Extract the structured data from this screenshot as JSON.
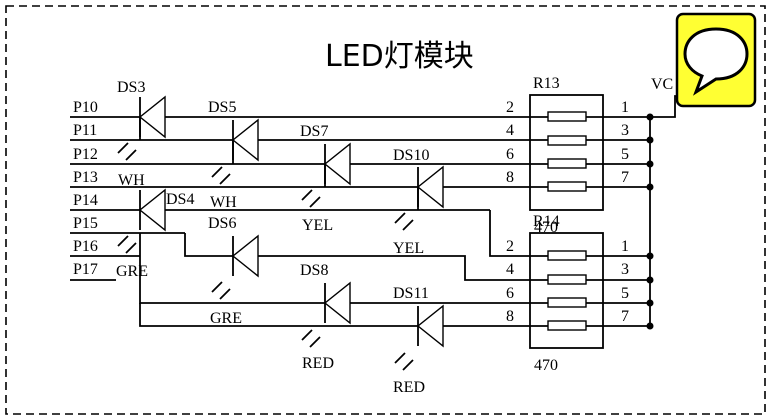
{
  "title": "LED灯模块",
  "ports": [
    "P10",
    "P11",
    "P12",
    "P13",
    "P14",
    "P15",
    "P16",
    "P17"
  ],
  "diodes": [
    {
      "ref": "DS3",
      "color": "WH"
    },
    {
      "ref": "DS5",
      "color": "WH"
    },
    {
      "ref": "DS7",
      "color": "YEL"
    },
    {
      "ref": "DS10",
      "color": "YEL"
    },
    {
      "ref": "DS4",
      "color": "GRE"
    },
    {
      "ref": "DS6",
      "color": "GRE"
    },
    {
      "ref": "DS8",
      "color": "RED"
    },
    {
      "ref": "DS11",
      "color": "RED"
    }
  ],
  "resistors": [
    {
      "ref": "R13",
      "value": "470",
      "left_pins": [
        "2",
        "4",
        "6",
        "8"
      ],
      "right_pins": [
        "1",
        "3",
        "5",
        "7"
      ]
    },
    {
      "ref": "R14",
      "value": "470",
      "left_pins": [
        "2",
        "4",
        "6",
        "8"
      ],
      "right_pins": [
        "1",
        "3",
        "5",
        "7"
      ]
    }
  ],
  "supply_label": "VC",
  "chat_icon": "speech-bubble-icon",
  "accent_color": "#ffff33"
}
